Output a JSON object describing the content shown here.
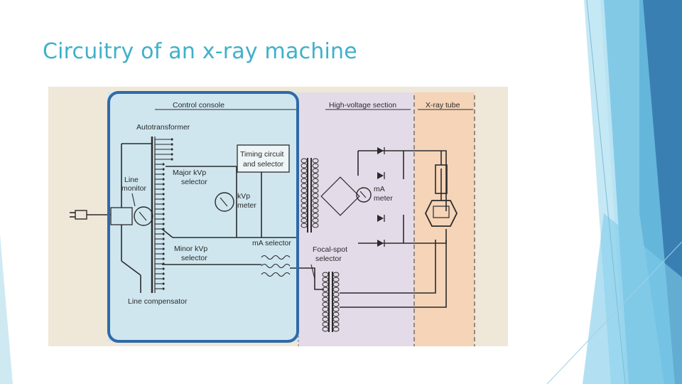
{
  "slide": {
    "title": "Circuitry of an x-ray machine"
  },
  "colors": {
    "title": "#3fb0c9",
    "figure_paper": "#efe7d8",
    "console_tint": "#cfe6ef",
    "highvoltage_tint": "#e6dce9",
    "tube_tint": "#f7d2b5",
    "console_outline": "#2f6aa8",
    "deco_light": "#a9dcef",
    "deco_mid": "#5fb4dc",
    "deco_dark": "#3a7fb2"
  },
  "diagram": {
    "sections": {
      "control_console": "Control console",
      "high_voltage": "High-voltage section",
      "xray_tube": "X-ray tube"
    },
    "labels": {
      "autotransformer": "Autotransformer",
      "timing_line1": "Timing circuit",
      "timing_line2": "and selector",
      "line_monitor_1": "Line",
      "line_monitor_2": "monitor",
      "major_kvp_1": "Major kVp",
      "major_kvp_2": "selector",
      "kvp_meter_1": "kVp",
      "kvp_meter_2": "meter",
      "ma_meter_1": "mA",
      "ma_meter_2": "meter",
      "minor_kvp_1": "Minor kVp",
      "minor_kvp_2": "selector",
      "ma_selector": "mA selector",
      "focal_spot_1": "Focal-spot",
      "focal_spot_2": "selector",
      "line_compensator": "Line compensator"
    }
  }
}
